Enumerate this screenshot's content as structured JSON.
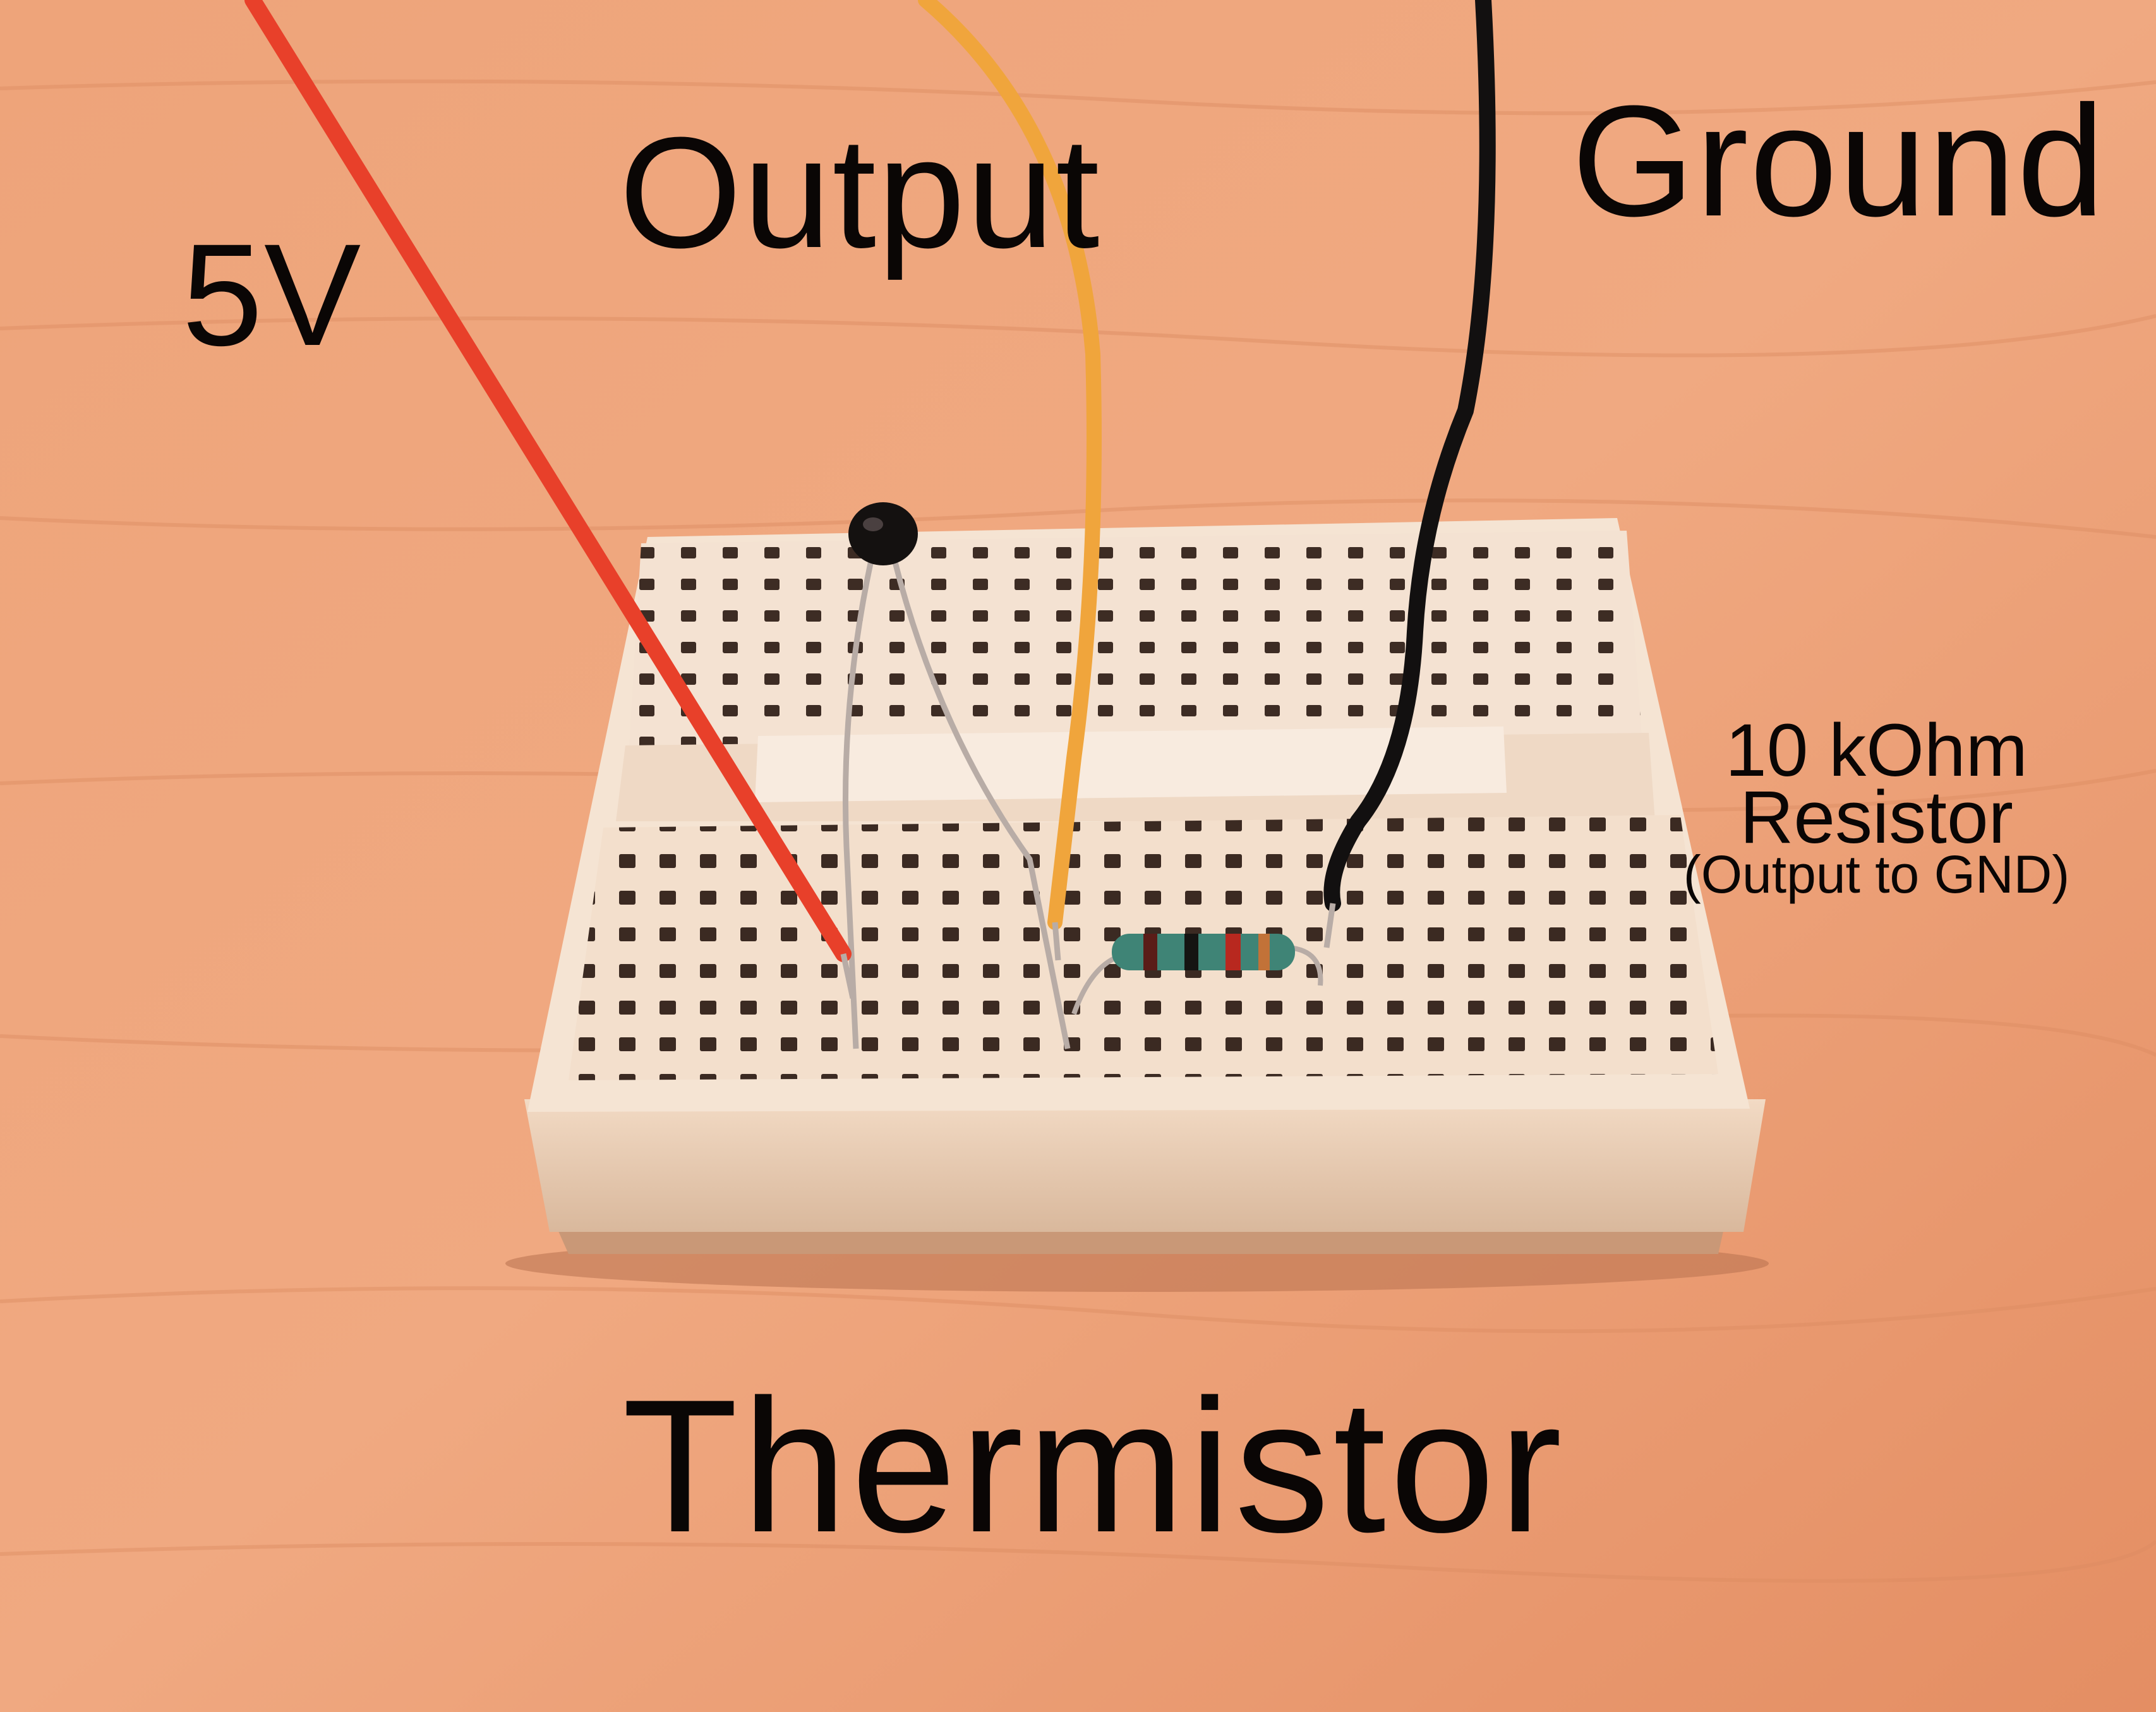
{
  "labels": {
    "five_volt": "5V",
    "output": "Output",
    "ground": "Ground",
    "thermistor": "Thermistor",
    "resistor_value": "10 kOhm",
    "resistor_name": "Resistor",
    "resistor_note": "(Output to GND)"
  },
  "colors": {
    "wood": "#e9a27a",
    "breadboard": "#f3dcc6",
    "red_wire": "#e8402a",
    "yellow_wire": "#f0a53c",
    "black_wire": "#121010",
    "thermistor_body": "#141110",
    "resistor_body": "#3f8476",
    "text": "#0a0605"
  }
}
